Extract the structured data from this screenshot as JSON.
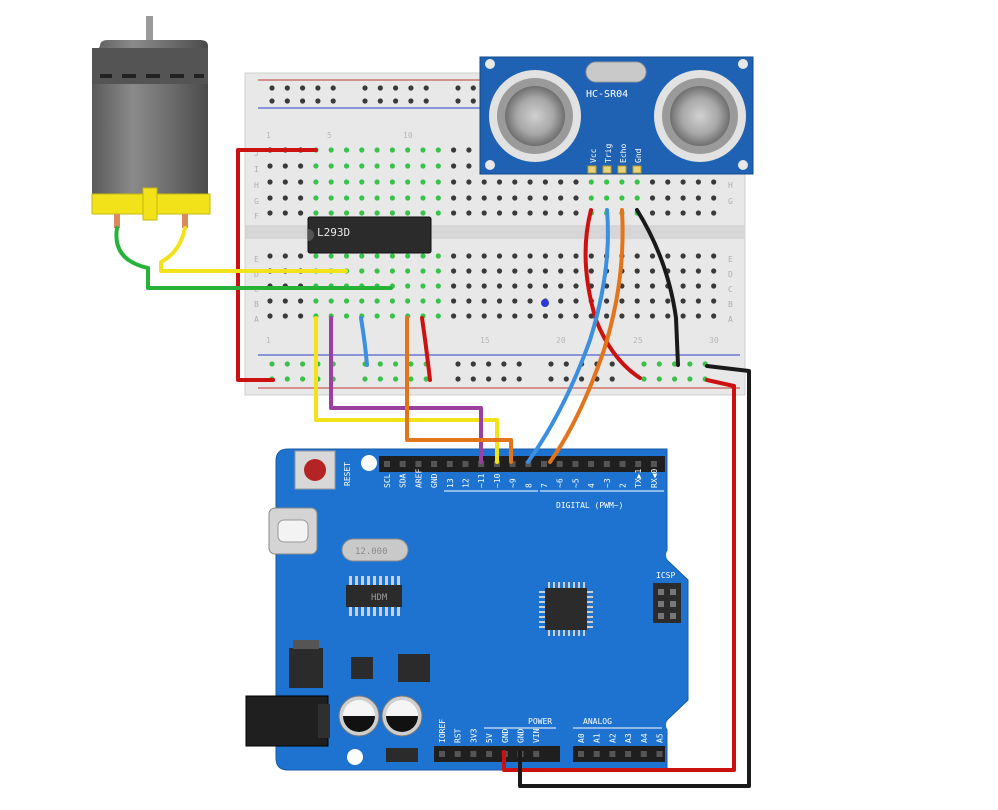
{
  "sensor": {
    "model": "HC-SR04",
    "pins": [
      "Vcc",
      "Trig",
      "Echo",
      "Gnd"
    ]
  },
  "ic": {
    "label": "L293D"
  },
  "breadboard": {
    "row_letters_top": [
      "J",
      "I",
      "H",
      "G",
      "F"
    ],
    "row_letters_bottom": [
      "E",
      "D",
      "C",
      "B",
      "A"
    ],
    "col_numbers": [
      "1",
      "5",
      "10",
      "15",
      "20",
      "25",
      "30"
    ]
  },
  "arduino": {
    "reset_label": "RESET",
    "crystal_label": "12.000",
    "chip_label": "HDM",
    "icsp_label": "ICSP",
    "digital_label": "DIGITAL (PWM~)",
    "power_label": "POWER",
    "analog_label": "ANALOG",
    "digital_pins": [
      "SCL",
      "SDA",
      "AREF",
      "GND",
      "13",
      "12",
      "~11",
      "~10",
      "~9",
      "8",
      "7",
      "~6",
      "~5",
      "4",
      "~3",
      "2",
      "TX▶1",
      "RX◀0"
    ],
    "power_pins": [
      "IOREF",
      "RST",
      "3V3",
      "5V",
      "GND",
      "GND",
      "VIN"
    ],
    "analog_pins": [
      "A0",
      "A1",
      "A2",
      "A3",
      "A4",
      "A5"
    ]
  },
  "colors": {
    "board_blue": "#1e73d0",
    "breadboard": "#e6e6e6",
    "sensor_blue": "#1f62b3",
    "wire_red": "#cc1111",
    "wire_black": "#1a1a1a",
    "wire_yellow": "#f2e21a",
    "wire_green": "#27b23a",
    "wire_purple": "#9b3fa3",
    "wire_orange": "#e2741c",
    "wire_blue": "#3b8fde"
  }
}
